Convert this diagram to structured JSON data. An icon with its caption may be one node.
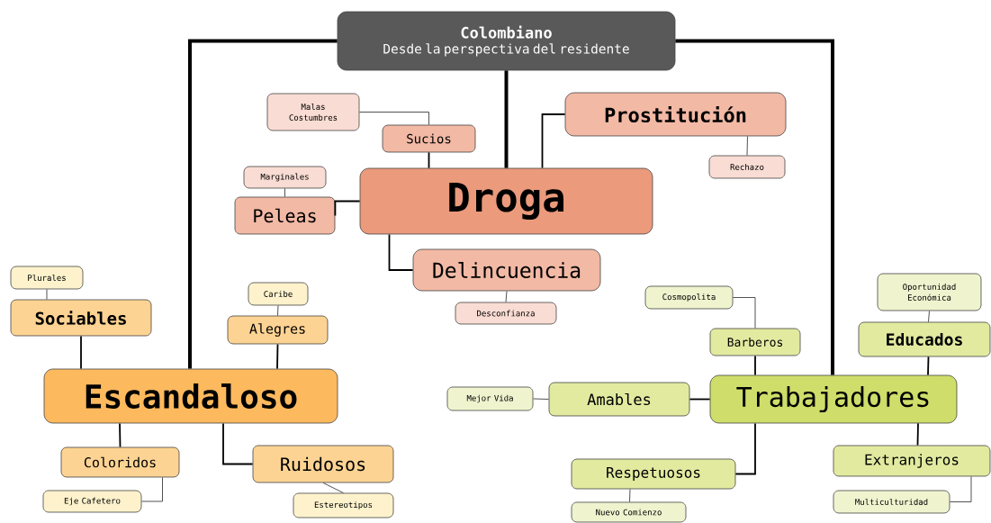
{
  "diagram": {
    "nodes": [
      {
        "text": [
          "Colombiano",
          "Desde la perspectiva del residente"
        ]
      },
      {
        "text": [
          "Droga"
        ]
      },
      {
        "text": [
          "Sucios"
        ]
      },
      {
        "text": [
          "Malas Costumbres"
        ]
      },
      {
        "text": [
          "Prostitución"
        ]
      },
      {
        "text": [
          "Rechazo"
        ]
      },
      {
        "text": [
          "Peleas"
        ]
      },
      {
        "text": [
          "Marginales"
        ]
      },
      {
        "text": [
          "Delincuencia"
        ]
      },
      {
        "text": [
          "Desconfianza"
        ]
      },
      {
        "text": [
          "Escandaloso"
        ]
      },
      {
        "text": [
          "Sociables"
        ]
      },
      {
        "text": [
          "Plurales"
        ]
      },
      {
        "text": [
          "Alegres"
        ]
      },
      {
        "text": [
          "Caribe"
        ]
      },
      {
        "text": [
          "Coloridos"
        ]
      },
      {
        "text": [
          "Eje Cafetero"
        ]
      },
      {
        "text": [
          "Ruidosos"
        ]
      },
      {
        "text": [
          "Estereotipos"
        ]
      },
      {
        "text": [
          "Trabajadores"
        ]
      },
      {
        "text": [
          "Barberos"
        ]
      },
      {
        "text": [
          "Cosmopolita"
        ]
      },
      {
        "text": [
          "Amables"
        ]
      },
      {
        "text": [
          "Mejor Vida"
        ]
      },
      {
        "text": [
          "Respetuosos"
        ]
      },
      {
        "text": [
          "Nuevo Comienzo"
        ]
      },
      {
        "text": [
          "Educados"
        ]
      },
      {
        "text": [
          "Oportunidad Económica"
        ]
      },
      {
        "text": [
          "Extranjeros"
        ]
      },
      {
        "text": [
          "Multiculturidad"
        ]
      }
    ],
    "edges": [
      {
        "from": 0,
        "to": 10,
        "arrow": "none",
        "style": "thick"
      },
      {
        "from": 0,
        "to": 1,
        "arrow": "none",
        "style": "thick"
      },
      {
        "from": 0,
        "to": 19,
        "arrow": "none",
        "style": "thick"
      },
      {
        "from": 1,
        "to": 2,
        "arrow": "none"
      },
      {
        "from": 1,
        "to": 4,
        "arrow": "none"
      },
      {
        "from": 1,
        "to": 6,
        "arrow": "none"
      },
      {
        "from": 1,
        "to": 8,
        "arrow": "none"
      },
      {
        "from": 2,
        "to": 3,
        "arrow": "none"
      },
      {
        "from": 4,
        "to": 5,
        "arrow": "none"
      },
      {
        "from": 6,
        "to": 7,
        "arrow": "none"
      },
      {
        "from": 8,
        "to": 9,
        "arrow": "none"
      },
      {
        "from": 10,
        "to": 11,
        "arrow": "none"
      },
      {
        "from": 11,
        "to": 12,
        "arrow": "none"
      },
      {
        "from": 10,
        "to": 13,
        "arrow": "none"
      },
      {
        "from": 13,
        "to": 14,
        "arrow": "none"
      },
      {
        "from": 10,
        "to": 15,
        "arrow": "none"
      },
      {
        "from": 15,
        "to": 16,
        "arrow": "none"
      },
      {
        "from": 10,
        "to": 17,
        "arrow": "none"
      },
      {
        "from": 17,
        "to": 18,
        "arrow": "none"
      },
      {
        "from": 19,
        "to": 20,
        "arrow": "none"
      },
      {
        "from": 20,
        "to": 21,
        "arrow": "none"
      },
      {
        "from": 19,
        "to": 22,
        "arrow": "none"
      },
      {
        "from": 22,
        "to": 23,
        "arrow": "none"
      },
      {
        "from": 19,
        "to": 24,
        "arrow": "none"
      },
      {
        "from": 24,
        "to": 25,
        "arrow": "none"
      },
      {
        "from": 19,
        "to": 26,
        "arrow": "none"
      },
      {
        "from": 26,
        "to": 27,
        "arrow": "none"
      },
      {
        "from": 19,
        "to": 28,
        "arrow": "none"
      },
      {
        "from": 28,
        "to": 29,
        "arrow": "none"
      }
    ]
  }
}
